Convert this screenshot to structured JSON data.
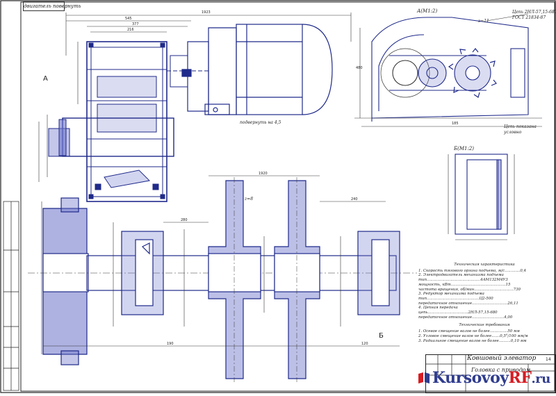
{
  "sheet": {
    "top_stamp": "двигатель повернуть",
    "view_A_top": "А",
    "view_A_label": "А(М1:2)",
    "view_B_label": "Б(М1:2)",
    "view_B_bottom": "Б",
    "chain_note": "Цепь 2НЛ-57,15-680\nГОСТ 21834-87",
    "bolt_note": "подвернуть на 4,5",
    "chain_condition": "Цепь показана\nусловно",
    "sprocket_teeth_1": "z=11",
    "sprocket_teeth_2": "z=8"
  },
  "dimensions": {
    "top": [
      "1923",
      "545",
      "377",
      "216"
    ],
    "side": [
      "480",
      "185"
    ],
    "shaft": [
      "1920",
      "280",
      "240",
      "190",
      "120"
    ]
  },
  "specs": {
    "title": "Техническая характеристика",
    "rows": [
      "1. Скорость тягового органа подъема, м/с.............0,4",
      "2. Электродвигатель механизма подъема",
      "   тип.............................................4АМ132М4У3",
      "   мощность, кВт..............................................15",
      "   частота вращения, об/мин.................................730",
      "3. Редуктор механизма подъема",
      "   тип............................................Ц2-500",
      "   передаточное отношение..............................26,11",
      "4. Цепная передача",
      "   цепь..................................2НЛ-57,15-680",
      "   передаточное отношение...........................4,00"
    ],
    "tech_title": "Технические требования",
    "tech_rows": [
      "1. Осевое смещение валов не более...............50 мм",
      "2. Угловое смещение валов не более.......0,5°/100 мм/м",
      "3. Радиальное смещение валов не более..........0,10 мм"
    ]
  },
  "title_block": {
    "title": "Ковшовый элеватор",
    "subtitle": "Головка с приводом",
    "sheet_number": "14"
  },
  "logo": {
    "part1": "Kursovoy",
    "part2": "RF",
    "part3": ".ru"
  }
}
